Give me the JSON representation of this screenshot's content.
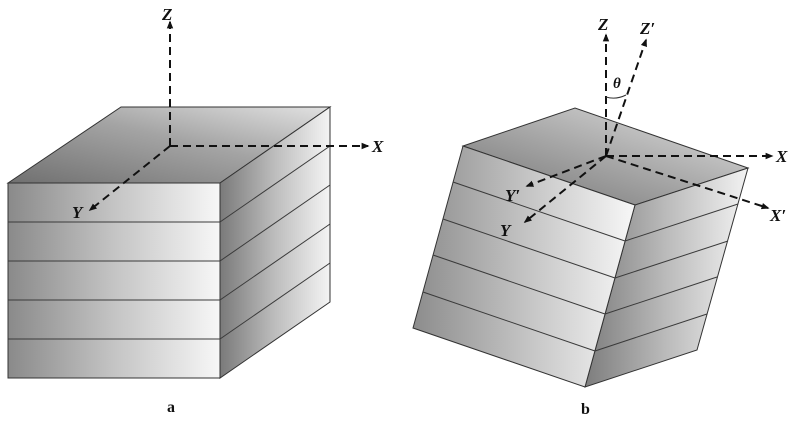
{
  "panels": [
    {
      "label": "a",
      "axes": {
        "z": "Z",
        "x": "X",
        "y": "Y"
      }
    },
    {
      "label": "b",
      "axes": {
        "z": "Z",
        "z_prime": "Z′",
        "x": "X",
        "x_prime": "X′",
        "y": "Y",
        "y_prime": "Y′"
      },
      "angle": "θ"
    }
  ]
}
